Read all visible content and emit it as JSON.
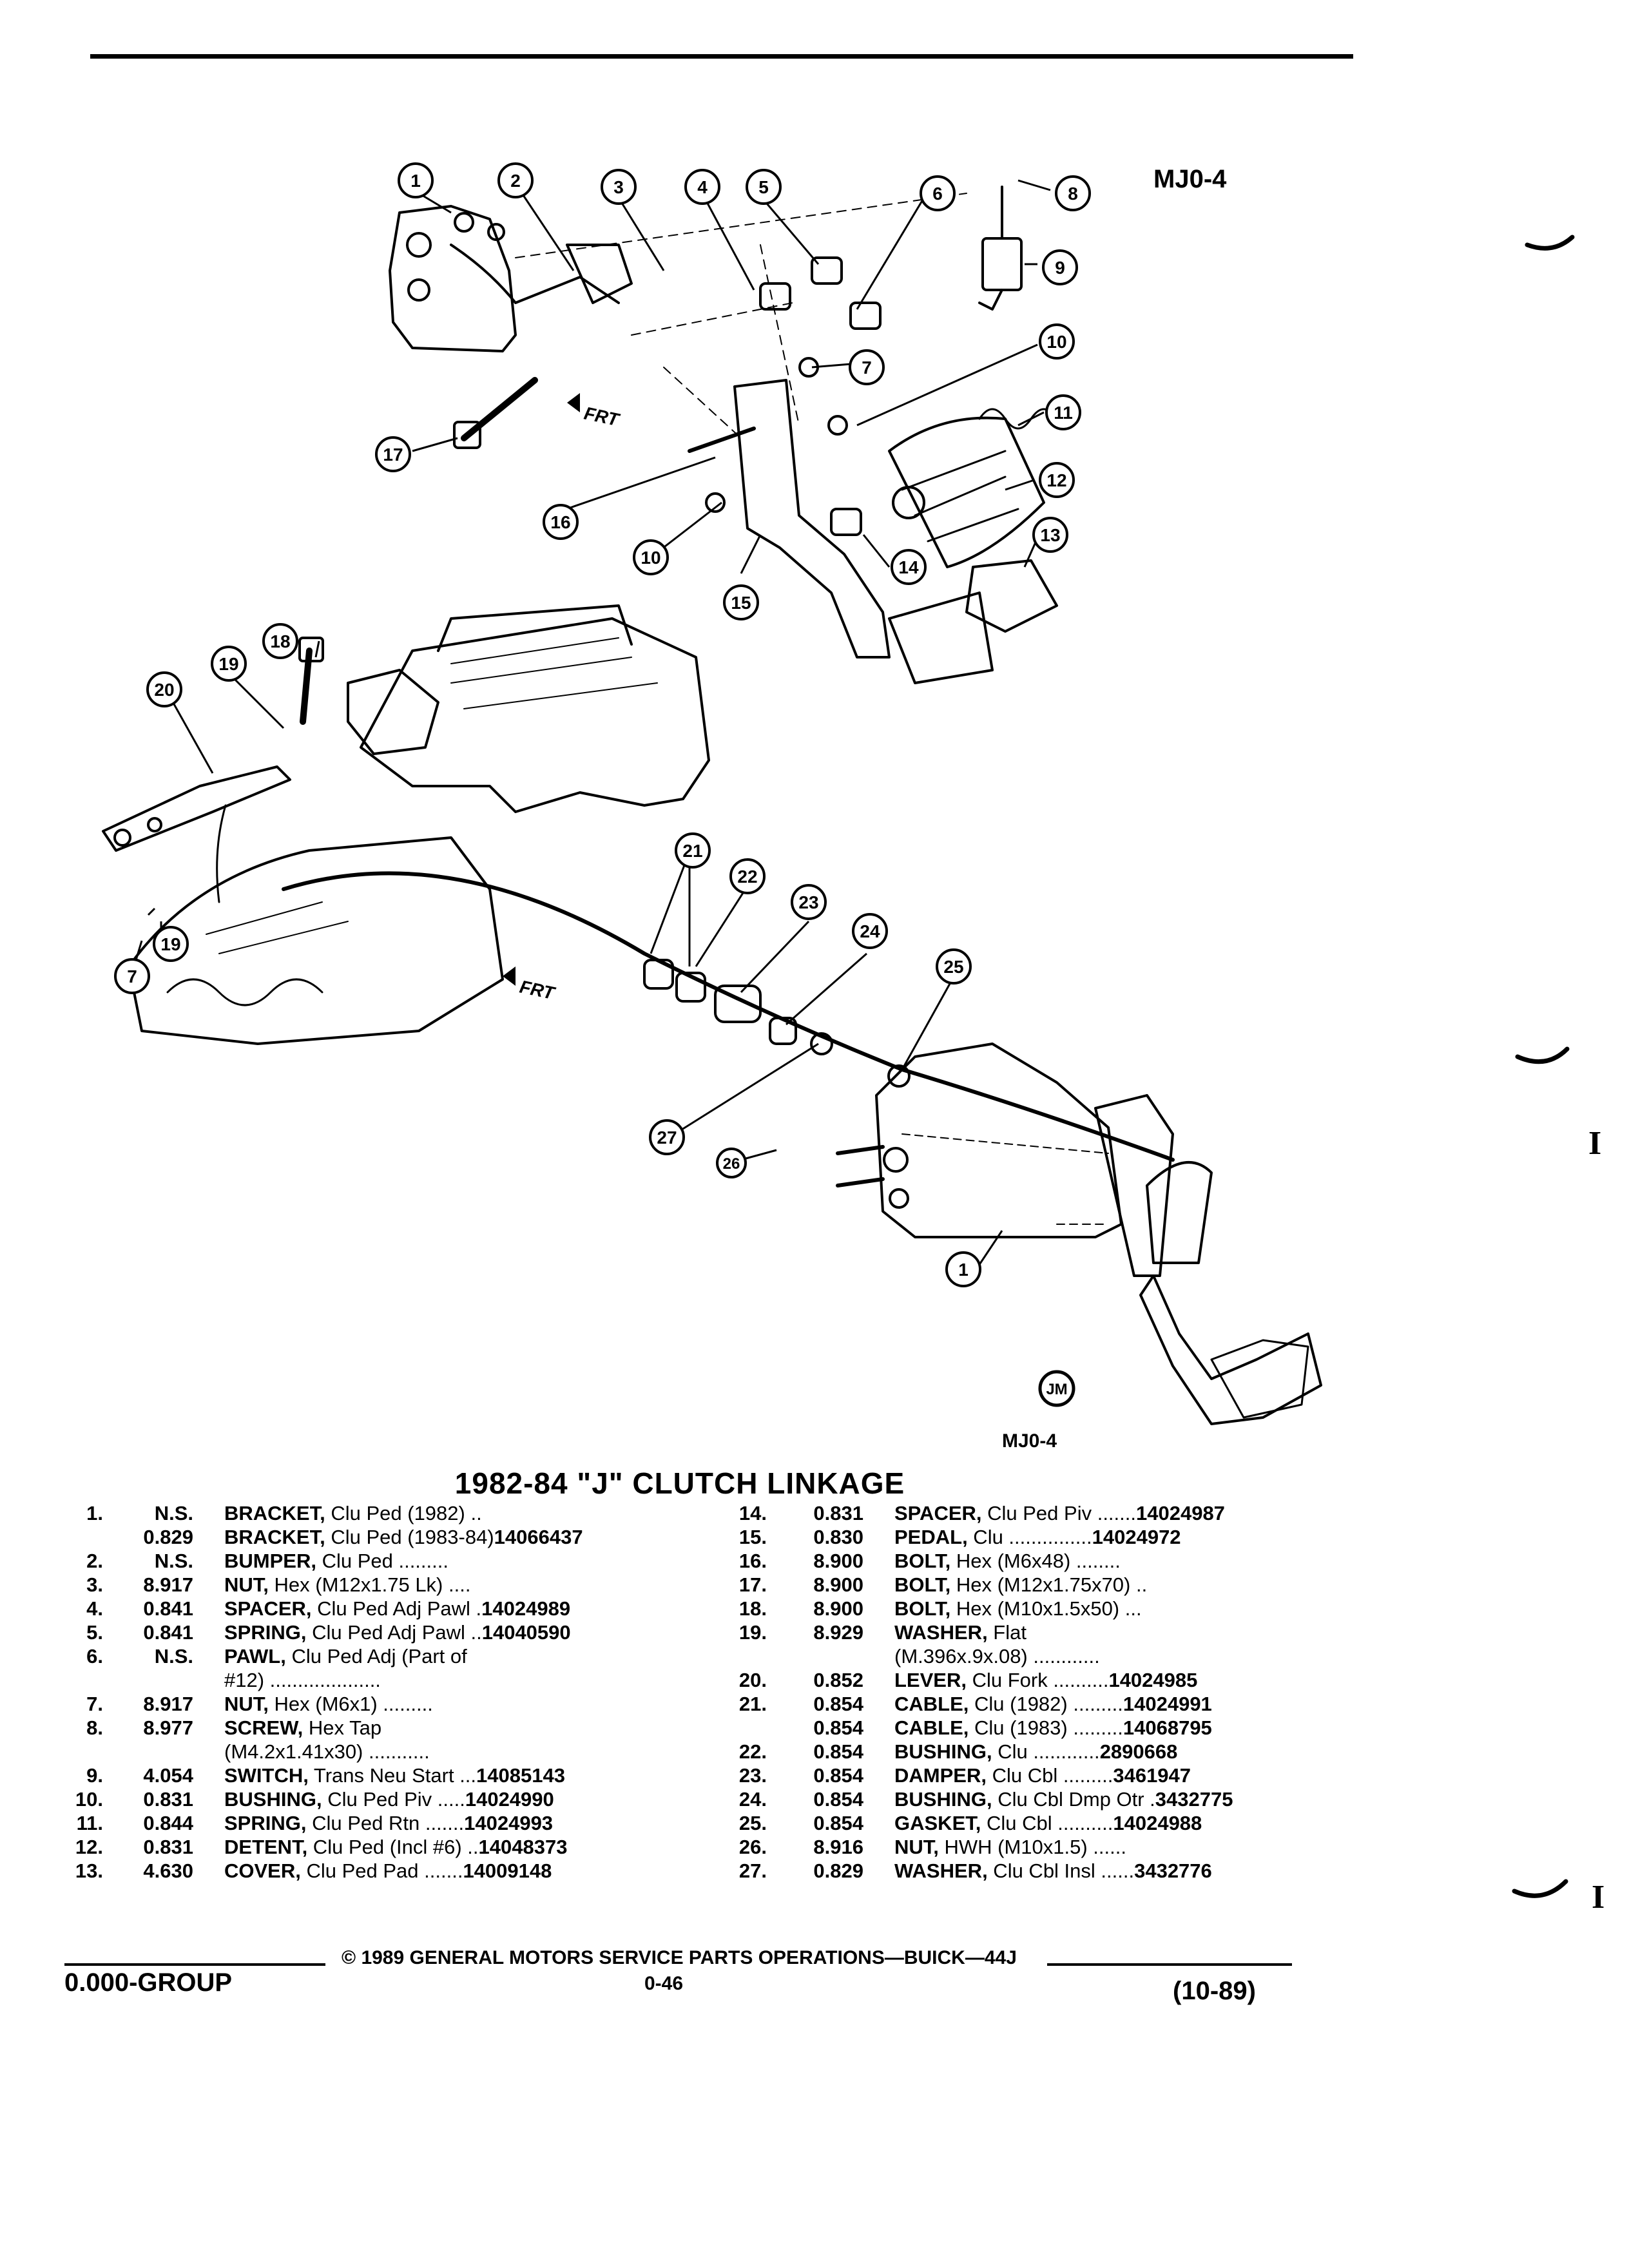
{
  "figure": {
    "code_top": "MJ0-4",
    "code_bottom": "MJ0-4",
    "logo_text": "JM",
    "frt_label": "FRT",
    "callouts_upper": [
      "1",
      "2",
      "3",
      "4",
      "5",
      "6",
      "7",
      "8",
      "9",
      "10",
      "11",
      "12",
      "13",
      "14",
      "15",
      "16",
      "10",
      "17"
    ],
    "callouts_lower": [
      "18",
      "19",
      "20",
      "19",
      "7",
      "21",
      "22",
      "23",
      "24",
      "25",
      "27",
      "26",
      "1"
    ]
  },
  "section_title": "1982-84 \"J\" CLUTCH LINKAGE",
  "parts_left": [
    {
      "num": "1.",
      "code": "N.S.",
      "name": "BRACKET,",
      "spec": " Clu Ped (1982) ..",
      "part": ""
    },
    {
      "num": "",
      "code": "0.829",
      "name": "BRACKET,",
      "spec": " Clu Ped (1983-84)",
      "part": "14066437"
    },
    {
      "num": "2.",
      "code": "N.S.",
      "name": "BUMPER,",
      "spec": " Clu Ped .........",
      "part": ""
    },
    {
      "num": "3.",
      "code": "8.917",
      "name": "NUT,",
      "spec": " Hex (M12x1.75 Lk) ....",
      "part": ""
    },
    {
      "num": "4.",
      "code": "0.841",
      "name": "SPACER,",
      "spec": " Clu Ped Adj Pawl .",
      "part": "14024989"
    },
    {
      "num": "5.",
      "code": "0.841",
      "name": "SPRING,",
      "spec": " Clu Ped Adj Pawl ..",
      "part": "14040590"
    },
    {
      "num": "6.",
      "code": "N.S.",
      "name": "PAWL,",
      "spec": " Clu Ped Adj (Part of",
      "part": ""
    },
    {
      "num": "",
      "code": "",
      "name": "",
      "spec": "#12) ....................",
      "part": ""
    },
    {
      "num": "7.",
      "code": "8.917",
      "name": "NUT,",
      "spec": " Hex (M6x1) .........",
      "part": ""
    },
    {
      "num": "8.",
      "code": "8.977",
      "name": "SCREW,",
      "spec": " Hex Tap",
      "part": ""
    },
    {
      "num": "",
      "code": "",
      "name": "",
      "spec": "(M4.2x1.41x30) ...........",
      "part": ""
    },
    {
      "num": "9.",
      "code": "4.054",
      "name": "SWITCH,",
      "spec": " Trans Neu Start ...",
      "part": "14085143"
    },
    {
      "num": "10.",
      "code": "0.831",
      "name": "BUSHING,",
      "spec": " Clu Ped Piv .....",
      "part": "14024990"
    },
    {
      "num": "11.",
      "code": "0.844",
      "name": "SPRING,",
      "spec": " Clu Ped Rtn .......",
      "part": "14024993"
    },
    {
      "num": "12.",
      "code": "0.831",
      "name": "DETENT,",
      "spec": " Clu Ped (Incl #6) ..",
      "part": "14048373"
    },
    {
      "num": "13.",
      "code": "4.630",
      "name": "COVER,",
      "spec": " Clu Ped Pad .......",
      "part": "14009148"
    }
  ],
  "parts_right": [
    {
      "num": "14.",
      "code": "0.831",
      "name": "SPACER,",
      "spec": " Clu Ped Piv .......",
      "part": "14024987"
    },
    {
      "num": "15.",
      "code": "0.830",
      "name": "PEDAL,",
      "spec": " Clu ...............",
      "part": "14024972"
    },
    {
      "num": "16.",
      "code": "8.900",
      "name": "BOLT,",
      "spec": " Hex (M6x48) ........",
      "part": ""
    },
    {
      "num": "17.",
      "code": "8.900",
      "name": "BOLT,",
      "spec": " Hex (M12x1.75x70) ..",
      "part": ""
    },
    {
      "num": "18.",
      "code": "8.900",
      "name": "BOLT,",
      "spec": " Hex (M10x1.5x50) ...",
      "part": ""
    },
    {
      "num": "19.",
      "code": "8.929",
      "name": "WASHER,",
      "spec": " Flat",
      "part": ""
    },
    {
      "num": "",
      "code": "",
      "name": "",
      "spec": "(M.396x.9x.08) ............",
      "part": ""
    },
    {
      "num": "20.",
      "code": "0.852",
      "name": "LEVER,",
      "spec": " Clu Fork ..........",
      "part": "14024985"
    },
    {
      "num": "21.",
      "code": "0.854",
      "name": "CABLE,",
      "spec": " Clu (1982) .........",
      "part": "14024991"
    },
    {
      "num": "",
      "code": "0.854",
      "name": "CABLE,",
      "spec": " Clu (1983) .........",
      "part": "14068795"
    },
    {
      "num": "22.",
      "code": "0.854",
      "name": "BUSHING,",
      "spec": " Clu ............",
      "part": "2890668"
    },
    {
      "num": "23.",
      "code": "0.854",
      "name": "DAMPER,",
      "spec": " Clu Cbl .........",
      "part": "3461947"
    },
    {
      "num": "24.",
      "code": "0.854",
      "name": "BUSHING,",
      "spec": " Clu Cbl Dmp Otr .",
      "part": "3432775"
    },
    {
      "num": "25.",
      "code": "0.854",
      "name": "GASKET,",
      "spec": " Clu Cbl ..........",
      "part": "14024988"
    },
    {
      "num": "26.",
      "code": "8.916",
      "name": "NUT,",
      "spec": " HWH (M10x1.5) ......",
      "part": ""
    },
    {
      "num": "27.",
      "code": "0.829",
      "name": "WASHER,",
      "spec": " Clu Cbl Insl ......",
      "part": "3432776"
    }
  ],
  "footer": {
    "group": "0.000-GROUP",
    "copyright": "© 1989 GENERAL MOTORS SERVICE PARTS OPERATIONS—BUICK—44J",
    "page": "0-46",
    "date": "(10-89)"
  },
  "edge_marks": [
    "I",
    "I"
  ]
}
